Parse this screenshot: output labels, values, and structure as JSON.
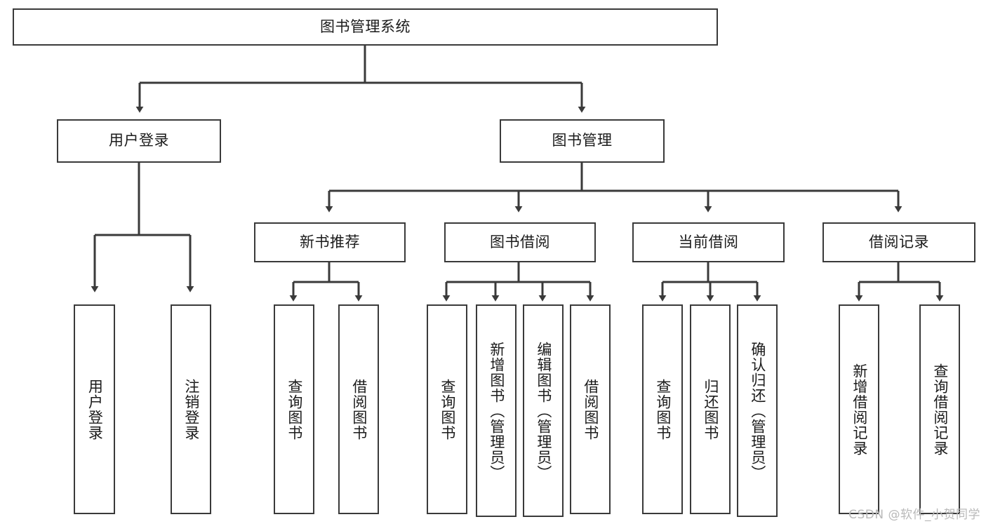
{
  "diagram": {
    "type": "tree",
    "title": "图书管理系统",
    "watermark": "CSDN @软件_小贺同学",
    "colors": {
      "box_border": "#3a3a3a",
      "box_fill": "#ffffff",
      "connector": "#3a3a3a",
      "text": "#1b1b1b",
      "watermark": "#b9b9b9",
      "background": "#ffffff"
    },
    "nodes": {
      "root": {
        "label": "图书管理系统",
        "orientation": "horizontal"
      },
      "level2": [
        {
          "id": "user-login",
          "label": "用户登录",
          "orientation": "horizontal"
        },
        {
          "id": "book-manage",
          "label": "图书管理",
          "orientation": "horizontal"
        }
      ],
      "level3": [
        {
          "id": "new-book-recommend",
          "label": "新书推荐",
          "orientation": "horizontal"
        },
        {
          "id": "book-borrow",
          "label": "图书借阅",
          "orientation": "horizontal"
        },
        {
          "id": "current-borrow",
          "label": "当前借阅",
          "orientation": "horizontal"
        },
        {
          "id": "borrow-record",
          "label": "借阅记录",
          "orientation": "horizontal"
        }
      ],
      "leaves": [
        {
          "id": "leaf-user-login",
          "label": "用户登录",
          "parent": "user-login",
          "orientation": "vertical"
        },
        {
          "id": "leaf-logout-login",
          "label": "注销登录",
          "parent": "user-login",
          "orientation": "vertical"
        },
        {
          "id": "leaf-query-book-rec",
          "label": "查询图书",
          "parent": "new-book-recommend",
          "orientation": "vertical"
        },
        {
          "id": "leaf-borrow-book-rec",
          "label": "借阅图书",
          "parent": "new-book-recommend",
          "orientation": "vertical"
        },
        {
          "id": "leaf-query-book-borrow",
          "label": "查询图书",
          "parent": "book-borrow",
          "orientation": "vertical"
        },
        {
          "id": "leaf-add-book-admin",
          "label": "新增图书（管理员）",
          "parent": "book-borrow",
          "orientation": "vertical"
        },
        {
          "id": "leaf-edit-book-admin",
          "label": "编辑图书（管理员）",
          "parent": "book-borrow",
          "orientation": "vertical"
        },
        {
          "id": "leaf-borrow-book",
          "label": "借阅图书",
          "parent": "book-borrow",
          "orientation": "vertical"
        },
        {
          "id": "leaf-query-book-current",
          "label": "查询图书",
          "parent": "current-borrow",
          "orientation": "vertical"
        },
        {
          "id": "leaf-return-book",
          "label": "归还图书",
          "parent": "current-borrow",
          "orientation": "vertical"
        },
        {
          "id": "leaf-confirm-return-admin",
          "label": "确认归还（管理员）",
          "parent": "current-borrow",
          "orientation": "vertical"
        },
        {
          "id": "leaf-add-borrow-record",
          "label": "新增借阅记录",
          "parent": "borrow-record",
          "orientation": "vertical"
        },
        {
          "id": "leaf-query-borrow-record",
          "label": "查询借阅记录",
          "parent": "borrow-record",
          "orientation": "vertical"
        }
      ]
    }
  }
}
